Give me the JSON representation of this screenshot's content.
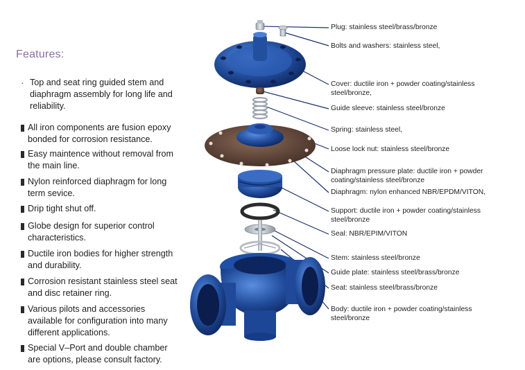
{
  "features": {
    "title": "Features:",
    "items": [
      {
        "bullet": "dot",
        "lines": [
          "Top and seat ring guided stem and",
          "diaphragm assembly for long life and",
          "reliability."
        ]
      },
      {
        "bullet": "square",
        "lines": [
          "All iron components are fusion epoxy",
          "bonded for corrosion resistance."
        ]
      },
      {
        "bullet": "square",
        "lines": [
          "Easy maintence without removal from",
          "the main line."
        ]
      },
      {
        "bullet": "square",
        "lines": [
          "Nylon reinforced diaphragm for long",
          "term sevice."
        ]
      },
      {
        "bullet": "square",
        "lines": [
          "Drip tight shut off."
        ]
      },
      {
        "bullet": "square",
        "lines": [
          "Globe design for superior control",
          "characteristics."
        ]
      },
      {
        "bullet": "square",
        "lines": [
          "Ductile iron bodies for higher strength",
          "and durability."
        ]
      },
      {
        "bullet": "square",
        "lines": [
          "Corrosion resistant stainless steel seat",
          "and disc retainer ring."
        ]
      },
      {
        "bullet": "square",
        "lines": [
          "Various pilots and accessories",
          "available for configuration into many",
          "different applications."
        ]
      },
      {
        "bullet": "square",
        "lines": [
          "Special V–Port and double chamber",
          "are options, please consult factory."
        ]
      }
    ]
  },
  "parts": [
    {
      "name": "plug",
      "lines": [
        "Plug: stainless steel/brass/bronze"
      ]
    },
    {
      "name": "bolts",
      "lines": [
        "Bolts and washers: stainless steel,"
      ]
    },
    {
      "name": "cover",
      "lines": [
        "Cover: ductile iron + powder coating/stainless",
        "steel/bronze,"
      ]
    },
    {
      "name": "guide-sleeve",
      "lines": [
        "Guide sleeve: stainless steel/bronze"
      ]
    },
    {
      "name": "spring",
      "lines": [
        "Spring: stainless steel,"
      ]
    },
    {
      "name": "lock-nut",
      "lines": [
        "Loose lock nut: stainless steel/bronze"
      ]
    },
    {
      "name": "pressure-plate",
      "lines": [
        "Diaphragm pressure plate: ductile iron + powder",
        "coating/stainless steel/bronze"
      ]
    },
    {
      "name": "diaphragm",
      "lines": [
        "Diaphragm: nylon enhanced NBR/EPDM/VITON,"
      ]
    },
    {
      "name": "support",
      "lines": [
        "Support: ductile iron + powder coating/stainless",
        "steel/bronze"
      ]
    },
    {
      "name": "seal",
      "lines": [
        "Seal: NBR/EPIM/VITON"
      ]
    },
    {
      "name": "stem",
      "lines": [
        "Stem: stainless steel/bronze"
      ]
    },
    {
      "name": "guide-plate",
      "lines": [
        "Guide plate: stainless steel/brass/bronze"
      ]
    },
    {
      "name": "seat",
      "lines": [
        "Seat: stainless steel/brass/bronze"
      ]
    },
    {
      "name": "body",
      "lines": [
        "Body: ductile iron + powder coating/stainless",
        "steel/bronze"
      ]
    }
  ],
  "colors": {
    "part_blue": "#1f4fa6",
    "title": "#8a6f9e",
    "leader": "#1b2f6b"
  }
}
